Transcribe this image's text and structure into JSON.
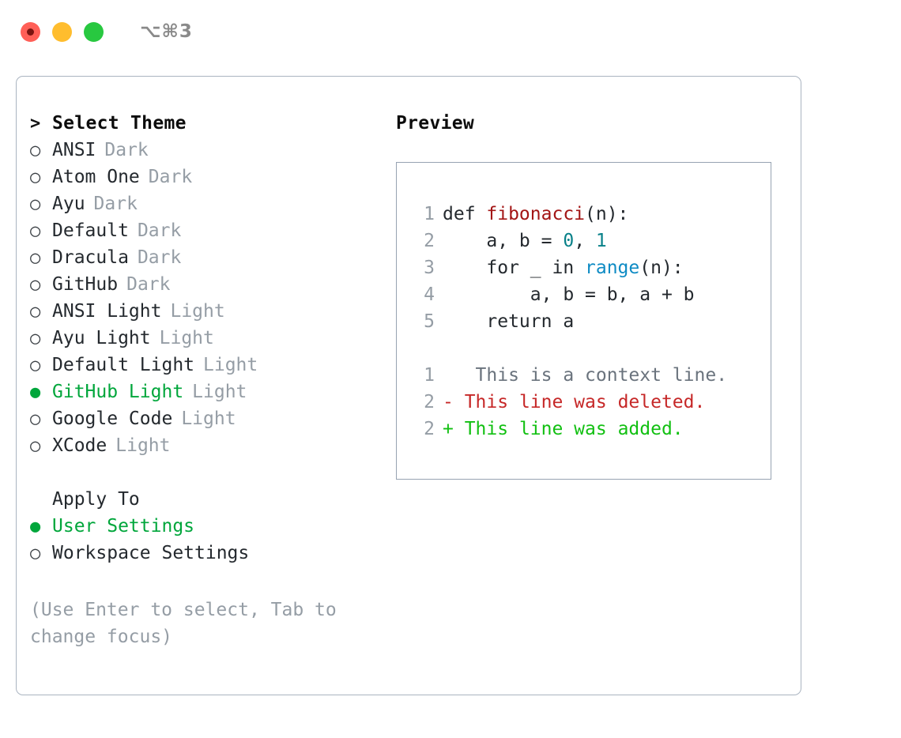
{
  "window": {
    "shortcut": "⌥⌘3",
    "controls": [
      {
        "name": "close",
        "color": "#ff5f57"
      },
      {
        "name": "minimize",
        "color": "#ffbd2e"
      },
      {
        "name": "maximize",
        "color": "#28c840"
      }
    ]
  },
  "theme_picker": {
    "heading_marker": ">",
    "heading": "Select Theme",
    "items": [
      {
        "marker": "○",
        "name": "ANSI",
        "variant": "Dark",
        "selected": false
      },
      {
        "marker": "○",
        "name": "Atom One",
        "variant": "Dark",
        "selected": false
      },
      {
        "marker": "○",
        "name": "Ayu",
        "variant": "Dark",
        "selected": false
      },
      {
        "marker": "○",
        "name": "Default",
        "variant": "Dark",
        "selected": false
      },
      {
        "marker": "○",
        "name": "Dracula",
        "variant": "Dark",
        "selected": false
      },
      {
        "marker": "○",
        "name": "GitHub",
        "variant": "Dark",
        "selected": false
      },
      {
        "marker": "○",
        "name": "ANSI Light",
        "variant": "Light",
        "selected": false
      },
      {
        "marker": "○",
        "name": "Ayu Light",
        "variant": "Light",
        "selected": false
      },
      {
        "marker": "○",
        "name": "Default Light",
        "variant": "Light",
        "selected": false
      },
      {
        "marker": "●",
        "name": "GitHub Light",
        "variant": "Light",
        "selected": true
      },
      {
        "marker": "○",
        "name": "Google Code",
        "variant": "Light",
        "selected": false
      },
      {
        "marker": "○",
        "name": "XCode",
        "variant": "Light",
        "selected": false
      }
    ]
  },
  "apply_to": {
    "heading": "Apply To",
    "options": [
      {
        "marker": "●",
        "label": "User Settings",
        "selected": true
      },
      {
        "marker": "○",
        "label": "Workspace Settings",
        "selected": false
      }
    ]
  },
  "hint": "(Use Enter to select, Tab to change focus)",
  "preview": {
    "title": "Preview",
    "code_lines": [
      {
        "number": "1",
        "tokens": [
          {
            "text": "def ",
            "kind": "plain"
          },
          {
            "text": "fibonacci",
            "kind": "fn"
          },
          {
            "text": "(n):",
            "kind": "plain"
          }
        ]
      },
      {
        "number": "2",
        "tokens": [
          {
            "text": "    a, b = ",
            "kind": "plain"
          },
          {
            "text": "0",
            "kind": "num"
          },
          {
            "text": ", ",
            "kind": "plain"
          },
          {
            "text": "1",
            "kind": "num"
          }
        ]
      },
      {
        "number": "3",
        "tokens": [
          {
            "text": "    for _ in ",
            "kind": "plain"
          },
          {
            "text": "range",
            "kind": "call"
          },
          {
            "text": "(n):",
            "kind": "plain"
          }
        ]
      },
      {
        "number": "4",
        "tokens": [
          {
            "text": "        a, b = b, a + b",
            "kind": "plain"
          }
        ]
      },
      {
        "number": "5",
        "tokens": [
          {
            "text": "    return a",
            "kind": "plain"
          }
        ]
      }
    ],
    "diff_lines": [
      {
        "number": "1",
        "sign": " ",
        "text": "  This is a context line.",
        "kind": "context"
      },
      {
        "number": "2",
        "sign": "-",
        "text": " This line was deleted.",
        "kind": "deleted"
      },
      {
        "number": "2",
        "sign": "+",
        "text": " This line was added.",
        "kind": "added"
      }
    ]
  },
  "colors": {
    "accent_green": "#00a63b",
    "muted_gray": "#959da5",
    "text": "#24292e",
    "function_red": "#a31515",
    "number_teal": "#098189",
    "call_blue": "#0e8bc4",
    "diff_deleted": "#c62828",
    "diff_added": "#12c012",
    "diff_context": "#6a737d",
    "panel_border": "#aab4c0",
    "preview_border": "#97a3b2"
  }
}
